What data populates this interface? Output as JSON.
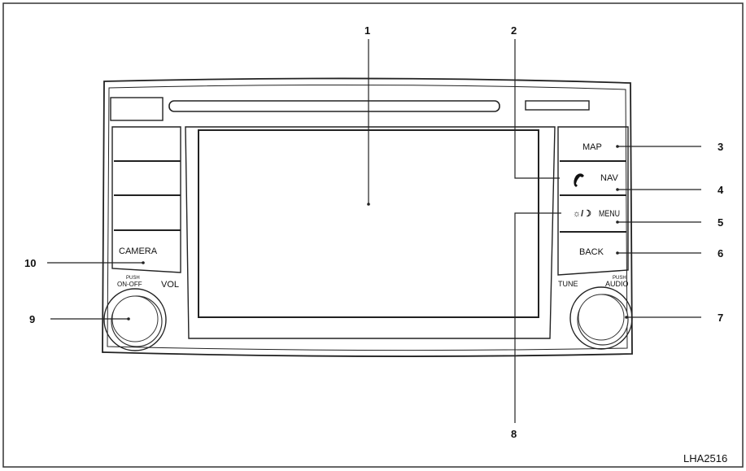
{
  "buttons": {
    "map": "MAP",
    "nav": "NAV",
    "menu": "MENU",
    "back": "BACK",
    "camera": "CAMERA",
    "vol": "VOL",
    "tune": "TUNE",
    "audio": "AUDIO",
    "on_off": "ON-OFF",
    "push_left": "PUSH",
    "push_right": "PUSH",
    "day_night_symbol": "☼/☽"
  },
  "callouts": {
    "c1": "1",
    "c2": "2",
    "c3": "3",
    "c4": "4",
    "c5": "5",
    "c6": "6",
    "c7": "7",
    "c8": "8",
    "c9": "9",
    "c10": "10"
  },
  "figure_code": "LHA2516",
  "colors": {
    "line": "#222222",
    "background": "#ffffff"
  },
  "icons": {
    "phone": "phone-icon",
    "day_night": "day-night-icon"
  }
}
